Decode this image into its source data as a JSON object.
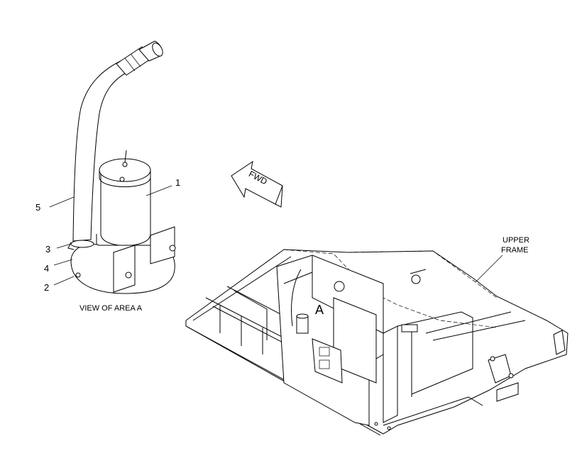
{
  "callouts": [
    "1",
    "2",
    "3",
    "4",
    "5"
  ],
  "view_caption": "VIEW OF AREA A",
  "area_label": "A",
  "fwd_label": "FWD",
  "upper_frame_label": [
    "UPPER",
    "FRAME"
  ]
}
